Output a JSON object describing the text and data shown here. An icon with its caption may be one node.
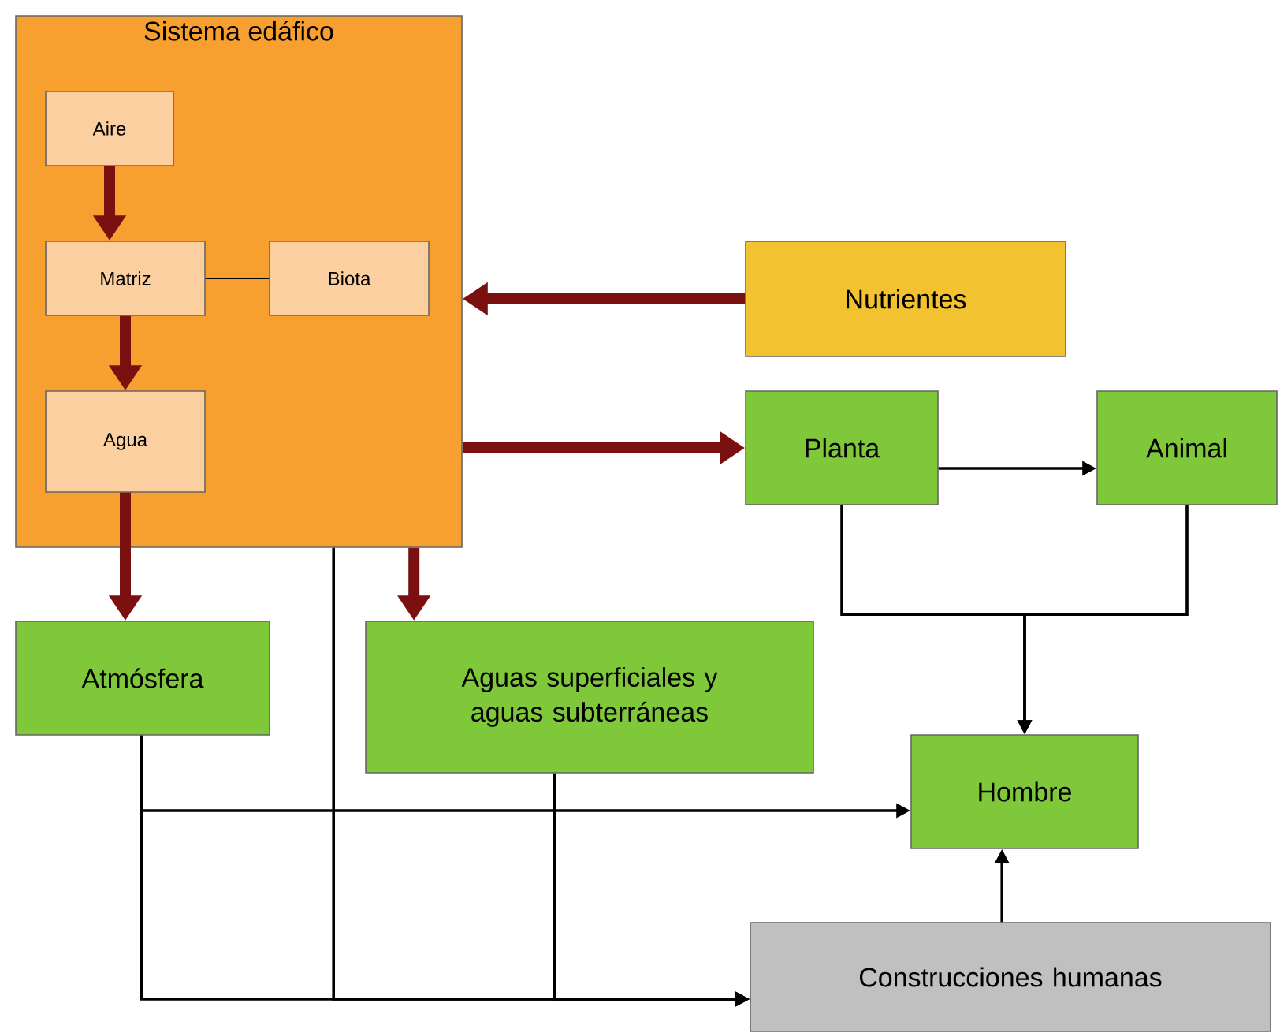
{
  "diagram": {
    "nodes": [
      {
        "text": [
          "Sistema edáfico"
        ]
      },
      {
        "text": [
          "Aire"
        ],
        "in": 0
      },
      {
        "text": [
          "Matriz"
        ],
        "in": 0
      },
      {
        "text": [
          "Biota"
        ],
        "in": 0
      },
      {
        "text": [
          "Agua"
        ],
        "in": 0
      },
      {
        "text": [
          "Nutrientes"
        ]
      },
      {
        "text": [
          "Planta"
        ]
      },
      {
        "text": [
          "Animal"
        ]
      },
      {
        "text": [
          "Atmósfera"
        ]
      },
      {
        "text": [
          "Aguas superficiales y aguas subterráneas"
        ]
      },
      {
        "text": [
          "Hombre"
        ]
      },
      {
        "text": [
          "Construcciones humanas"
        ]
      }
    ],
    "edges": [
      {
        "from": 1,
        "to": 2,
        "arrow": "to",
        "style": "thick",
        "color": "#7b1010"
      },
      {
        "from": 2,
        "to": 3,
        "arrow": "none"
      },
      {
        "from": 2,
        "to": 4,
        "arrow": "to",
        "style": "thick",
        "color": "#7b1010"
      },
      {
        "from": 4,
        "to": 8,
        "arrow": "to",
        "style": "thick",
        "color": "#7b1010"
      },
      {
        "from": 5,
        "to": 0,
        "arrow": "to",
        "style": "thick",
        "color": "#7b1010"
      },
      {
        "from": 0,
        "to": 6,
        "arrow": "to",
        "style": "thick",
        "color": "#7b1010"
      },
      {
        "from": 0,
        "to": 9,
        "arrow": "to",
        "style": "thick",
        "color": "#7b1010"
      },
      {
        "from": 6,
        "to": 7,
        "arrow": "to"
      },
      {
        "from": 6,
        "to": 10,
        "arrow": "to"
      },
      {
        "from": 7,
        "to": 10,
        "arrow": "to"
      },
      {
        "from": 8,
        "to": 10,
        "arrow": "to"
      },
      {
        "from": 8,
        "to": 11,
        "arrow": "to"
      },
      {
        "from": 0,
        "to": 11,
        "arrow": "to"
      },
      {
        "from": 9,
        "to": 11,
        "arrow": "to"
      },
      {
        "from": 11,
        "to": 10,
        "arrow": "to"
      }
    ]
  }
}
